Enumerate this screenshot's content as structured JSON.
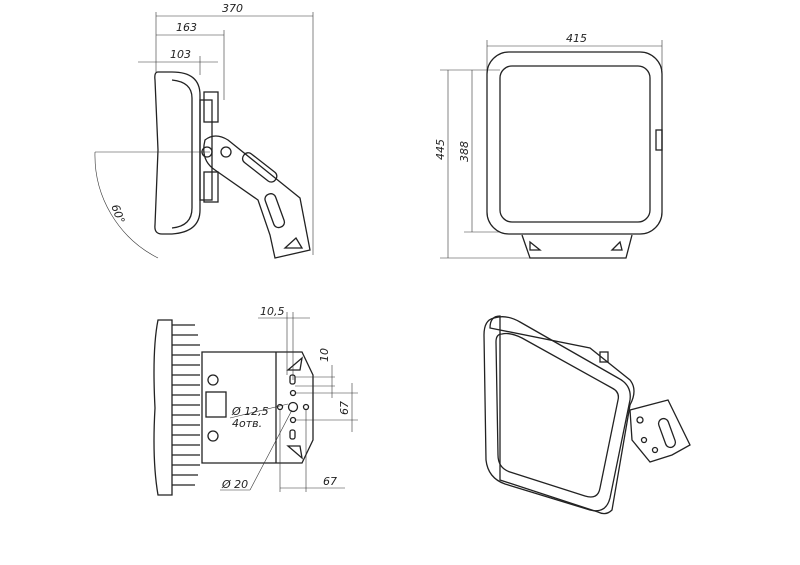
{
  "side_view": {
    "dim_total": "370",
    "dim_mid": "163",
    "dim_body": "103",
    "angle": "60°"
  },
  "front_view": {
    "dim_width": "415",
    "dim_height": "445",
    "dim_inner_height": "388"
  },
  "bottom_view": {
    "dim_offset": "10,5",
    "dim_slot": "10",
    "dim_vertical": "67",
    "hole_small": "Ø 12,5",
    "hole_count": "4отв.",
    "hole_large": "Ø 20",
    "dim_horizontal": "67"
  },
  "colors": {
    "line": "#222222",
    "dim_accent": "#9aa836"
  }
}
